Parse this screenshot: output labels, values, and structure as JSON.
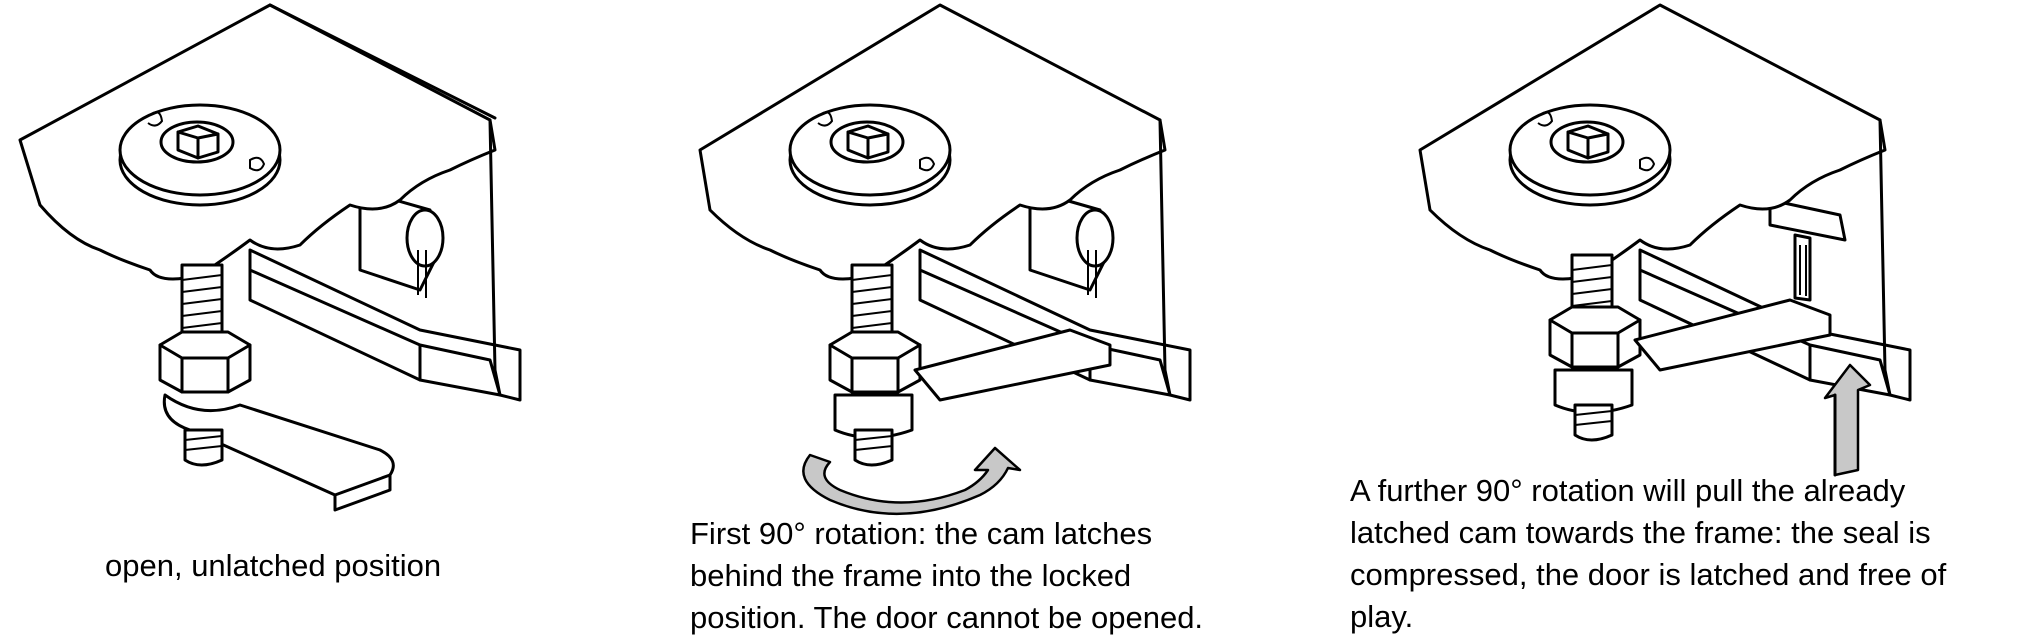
{
  "steps": [
    {
      "caption_lines": [
        "open, unlatched position"
      ]
    },
    {
      "caption_lines": [
        "First 90° rotation: the cam latches",
        "behind the frame into the locked",
        "position. The door cannot be opened."
      ]
    },
    {
      "caption_lines": [
        "A further 90° rotation will pull the already",
        "latched cam towards the frame: the seal is",
        "compressed, the door is latched and free of",
        "play."
      ]
    }
  ],
  "colors": {
    "line": "#000000",
    "arrow_fill": "#c8c8c8",
    "background": "#ffffff"
  },
  "icons": [
    "rotation-arrow-icon",
    "upward-arrow-icon"
  ]
}
